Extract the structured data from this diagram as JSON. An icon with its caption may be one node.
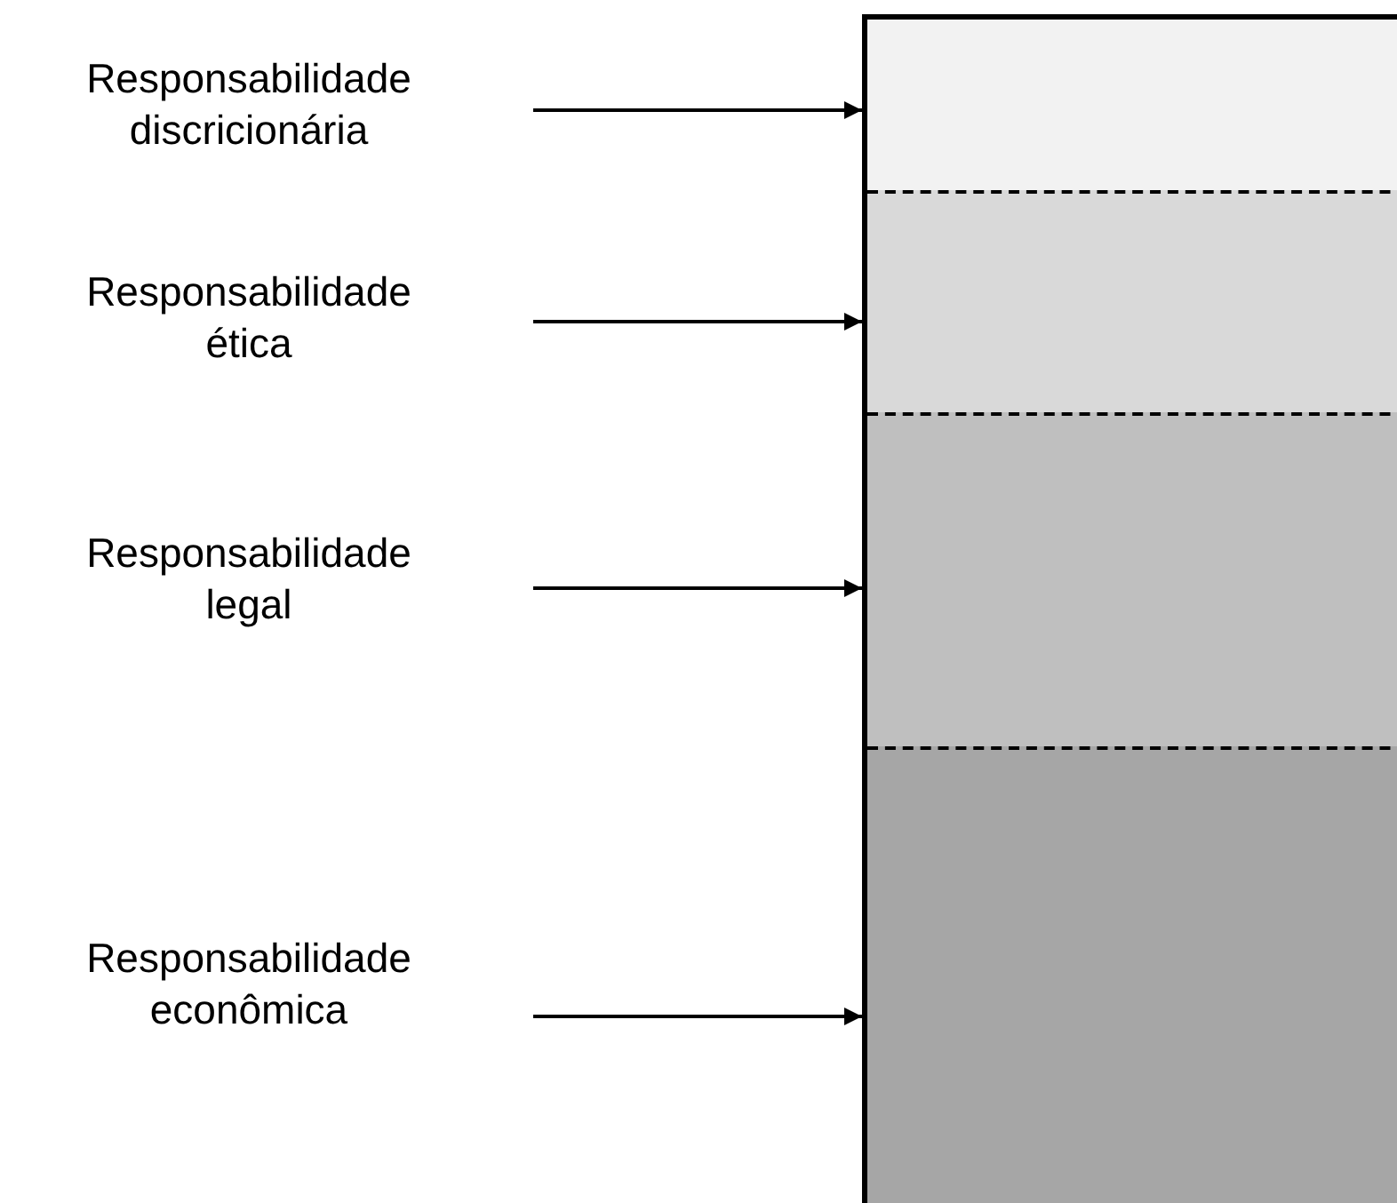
{
  "diagram": {
    "nodes": [
      {
        "text": [
          "Responsabilidade discricionária"
        ]
      },
      {
        "text": [
          "Responsabilidade ética"
        ]
      },
      {
        "text": [
          "Responsabilidade legal"
        ]
      },
      {
        "text": [
          "Responsabilidade econômica"
        ]
      },
      {
        "text": [],
        "shape": "box"
      },
      {
        "text": [],
        "shape": "band",
        "in": 4
      },
      {
        "text": [],
        "shape": "band",
        "in": 4
      },
      {
        "text": [],
        "shape": "band",
        "in": 4
      },
      {
        "text": [],
        "shape": "band",
        "in": 4
      }
    ],
    "edges": [
      {
        "from": 0,
        "to": 5,
        "arrow": "to"
      },
      {
        "from": 1,
        "to": 6,
        "arrow": "to"
      },
      {
        "from": 2,
        "to": 7,
        "arrow": "to"
      },
      {
        "from": 3,
        "to": 8,
        "arrow": "to"
      }
    ]
  }
}
